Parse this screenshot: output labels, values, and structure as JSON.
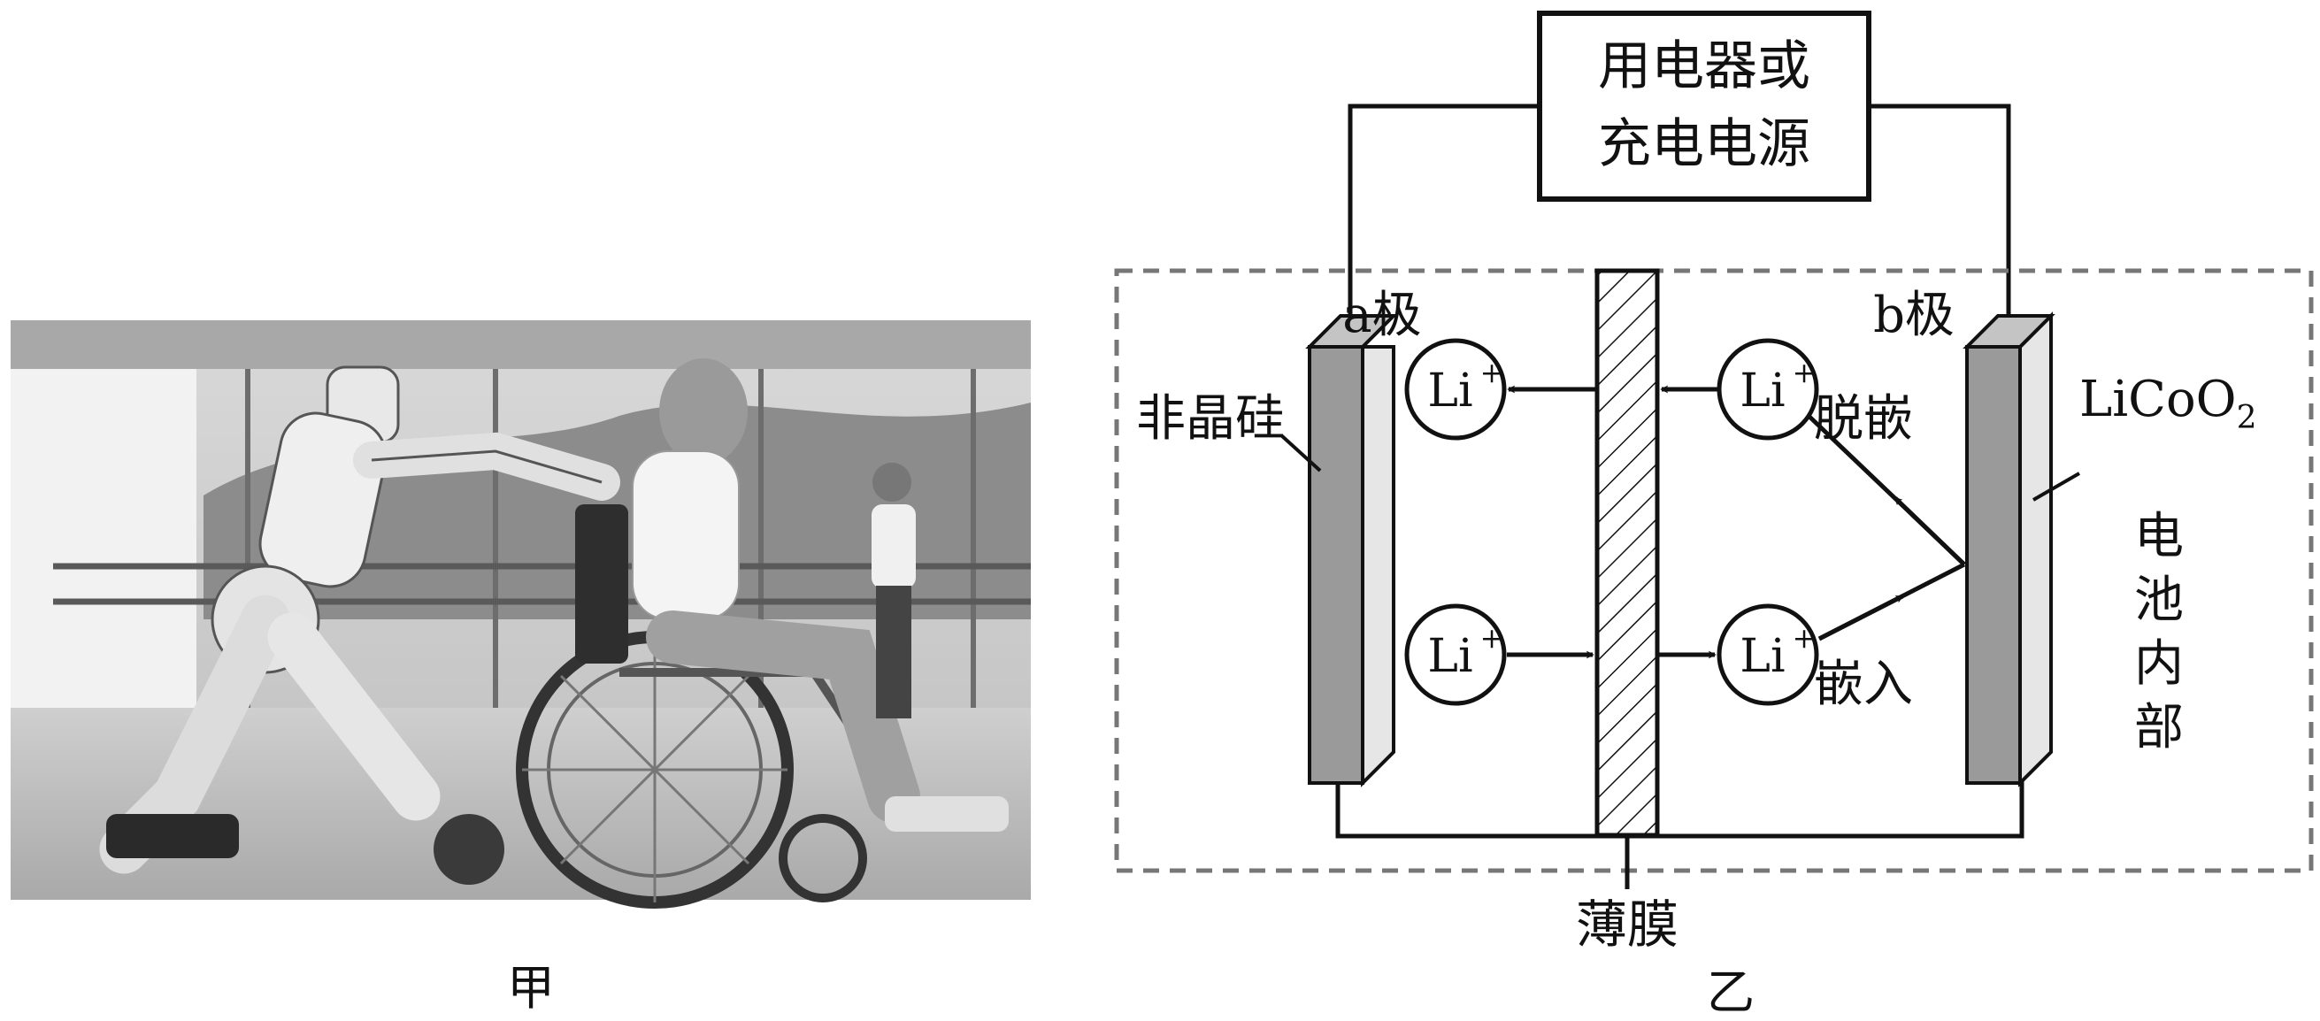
{
  "figure_a": {
    "caption": "甲"
  },
  "figure_b": {
    "caption": "乙",
    "device_label_line1": "用电器或",
    "device_label_line2": "充电电源",
    "electrode_a_label": "a极",
    "electrode_b_label": "b极",
    "electrode_a_material": "非晶硅",
    "electrode_b_material_main": "LiCoO",
    "electrode_b_material_sub": "2",
    "film_label": "薄膜",
    "battery_inside_label": [
      "电",
      "池",
      "内",
      "部"
    ],
    "deintercalation_label": "脱嵌",
    "intercalation_label": "嵌入",
    "ion_text": "Li",
    "ion_charge": "+"
  },
  "colors": {
    "line": "#111111",
    "electrode_front": "#9a9a9a",
    "electrode_side": "#e6e6e6",
    "dashed_box": "#777777"
  }
}
